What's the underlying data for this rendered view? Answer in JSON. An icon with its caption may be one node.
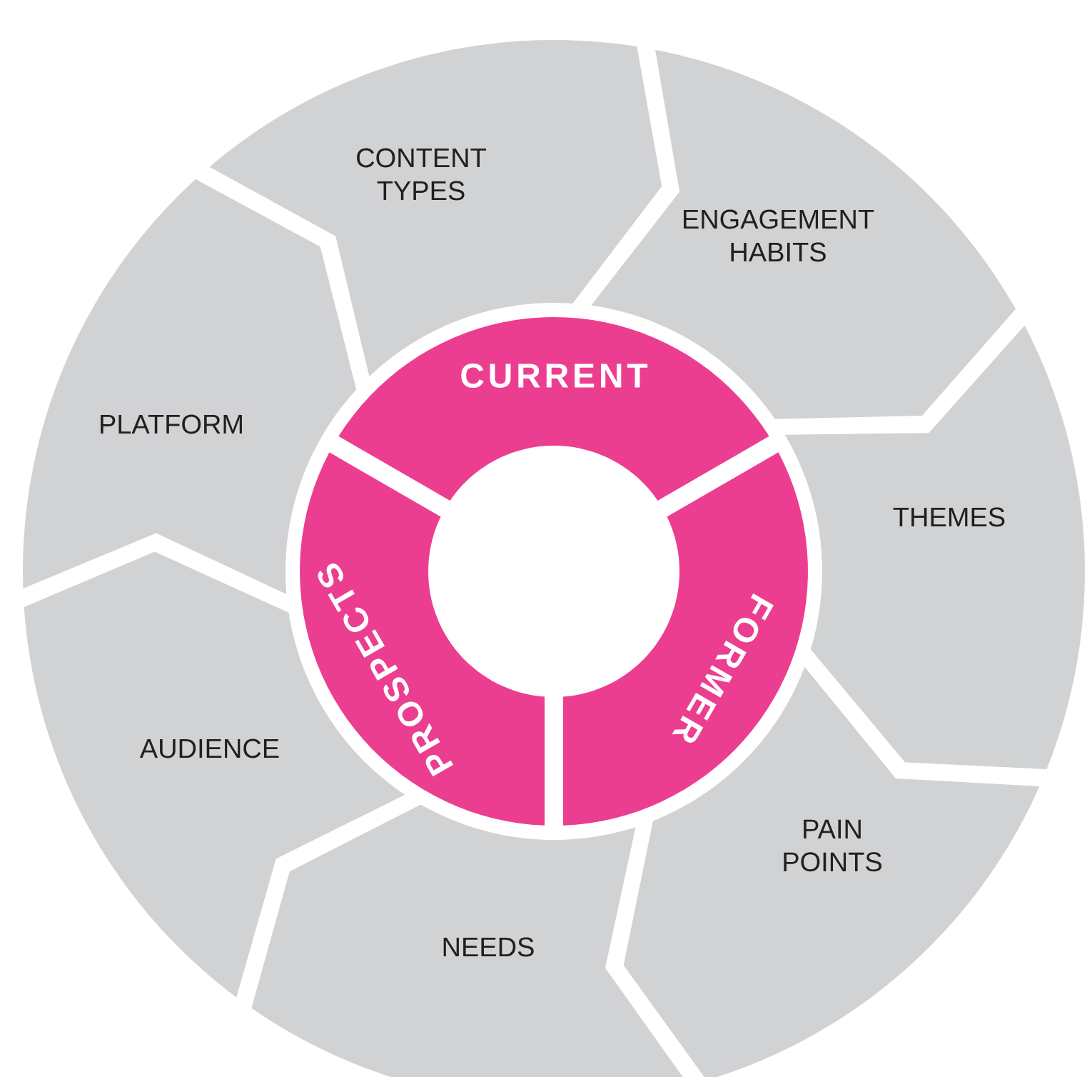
{
  "diagram": {
    "nodes": [
      {
        "text": [
          "CONTENT TYPES"
        ]
      },
      {
        "text": [
          "ENGAGEMENT HABITS"
        ]
      },
      {
        "text": [
          "THEMES"
        ]
      },
      {
        "text": [
          "PAIN POINTS"
        ]
      },
      {
        "text": [
          "NEEDS"
        ]
      },
      {
        "text": [
          "AUDIENCE"
        ]
      },
      {
        "text": [
          "PLATFORM"
        ]
      },
      {
        "text": [
          "CURRENT"
        ]
      },
      {
        "text": [
          "FORMER"
        ]
      },
      {
        "text": [
          "PROSPECTS"
        ]
      }
    ]
  }
}
